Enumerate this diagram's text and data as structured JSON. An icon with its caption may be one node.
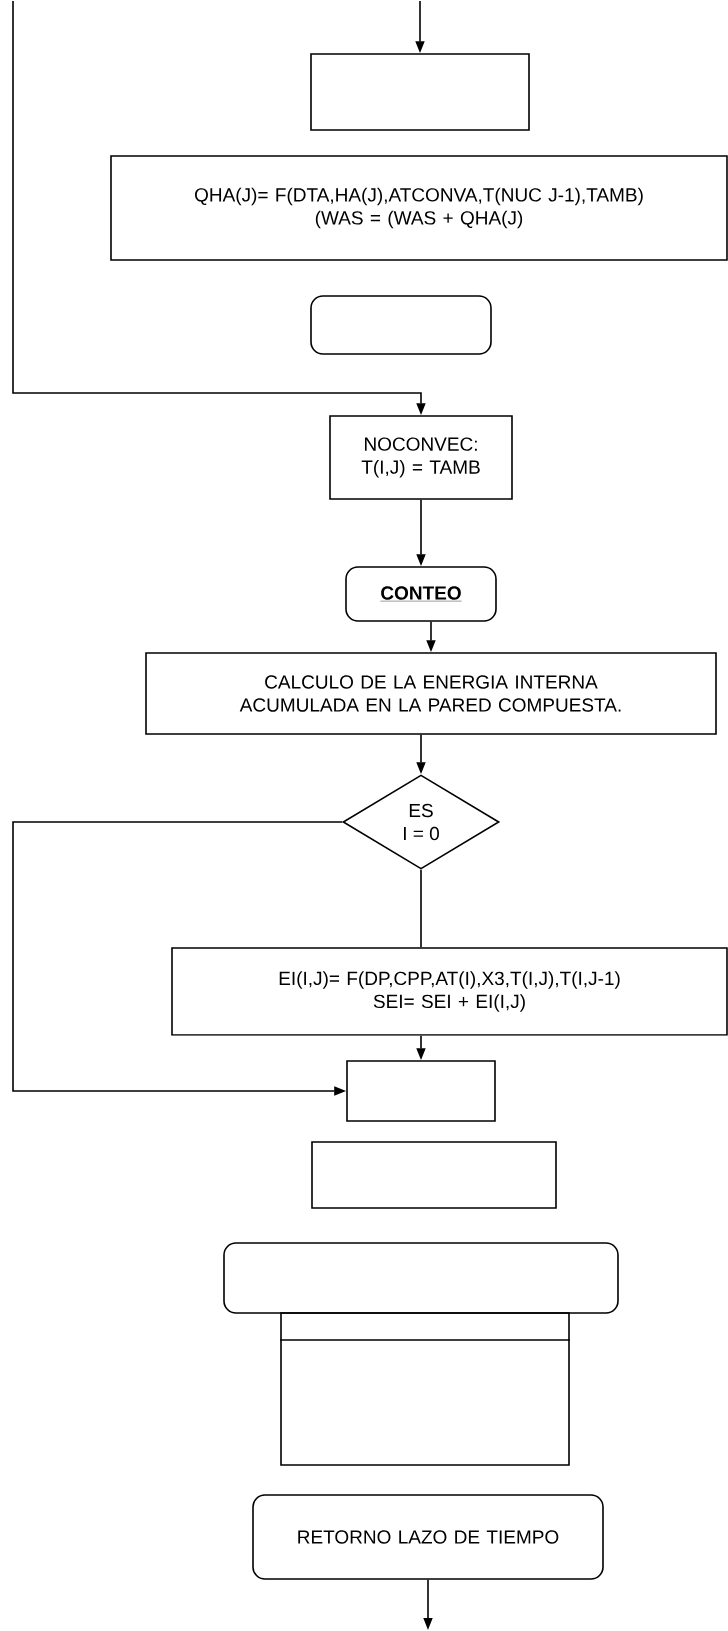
{
  "diagram": {
    "nodes": [
      {
        "text": [],
        "shape": "box"
      },
      {
        "text": [
          "QHA(J)= F(DTA,HA(J),ATCONVA,T(NUC J-1),TAMB)",
          "(WAS = (WAS + QHA(J)"
        ]
      },
      {
        "text": [],
        "shape": "box"
      },
      {
        "text": [
          "NOCONVEC:",
          "T(I,J) = TAMB"
        ]
      },
      {
        "text": [
          "CONTEO"
        ]
      },
      {
        "text": [
          "CALCULO DE LA ENERGIA INTERNA ACUMULADA EN LA PARED COMPUESTA."
        ]
      },
      {
        "text": [
          "ES",
          "I = 0"
        ]
      },
      {
        "text": [
          "EI(I,J)= F(DP,CPP,AT(I),X3,T(I,J),T(I,J-1)",
          "SEI= SEI + EI(I,J)"
        ]
      },
      {
        "text": [],
        "shape": "box"
      },
      {
        "text": [],
        "shape": "box"
      },
      {
        "text": [],
        "shape": "box"
      },
      {
        "text": [],
        "shape": "box"
      },
      {
        "text": [
          "RETORNO LAZO DE TIEMPO"
        ]
      }
    ],
    "edges": [
      {
        "from": null,
        "to": 0,
        "arrow": "to"
      },
      {
        "from": null,
        "to": 3,
        "arrow": "to"
      },
      {
        "from": 3,
        "to": 4,
        "arrow": "to"
      },
      {
        "from": 4,
        "to": 5,
        "arrow": "to"
      },
      {
        "from": 5,
        "to": 6,
        "arrow": "to"
      },
      {
        "from": 6,
        "to": 7,
        "arrow": "none"
      },
      {
        "from": 6,
        "to": 8,
        "arrow": "to"
      },
      {
        "from": 7,
        "to": 8,
        "arrow": "to"
      },
      {
        "from": 12,
        "to": null,
        "arrow": "to"
      }
    ]
  }
}
